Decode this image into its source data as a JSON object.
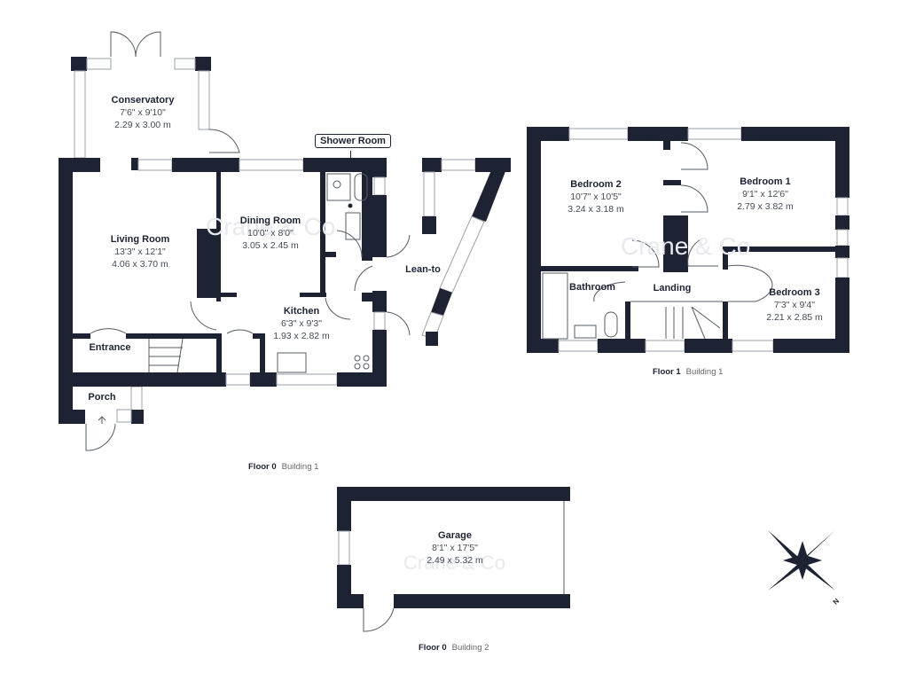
{
  "colors": {
    "wall": "#1d2333",
    "background": "#ffffff"
  },
  "watermark": "Crane & Co",
  "floor0_building1": {
    "caption_floor": "Floor 0",
    "caption_building": "Building 1",
    "shower_room_tag": "Shower Room",
    "rooms": [
      {
        "name": "Conservatory",
        "imperial": "7'6\" x 9'10\"",
        "metric": "2.29 x 3.00 m"
      },
      {
        "name": "Living Room",
        "imperial": "13'3\" x 12'1\"",
        "metric": "4.06 x 3.70 m"
      },
      {
        "name": "Dining Room",
        "imperial": "10'0\" x 8'0\"",
        "metric": "3.05 x 2.45 m"
      },
      {
        "name": "Kitchen",
        "imperial": "6'3\" x 9'3\"",
        "metric": "1.93 x 2.82 m"
      },
      {
        "name": "Entrance"
      },
      {
        "name": "Porch"
      },
      {
        "name": "Lean-to"
      }
    ]
  },
  "floor1_building1": {
    "caption_floor": "Floor 1",
    "caption_building": "Building 1",
    "rooms": [
      {
        "name": "Bedroom 2",
        "imperial": "10'7\" x 10'5\"",
        "metric": "3.24 x 3.18 m"
      },
      {
        "name": "Bedroom 1",
        "imperial": "9'1\" x 12'6\"",
        "metric": "2.79 x 3.82 m"
      },
      {
        "name": "Bedroom 3",
        "imperial": "7'3\" x 9'4\"",
        "metric": "2.21 x 2.85 m"
      },
      {
        "name": "Bathroom"
      },
      {
        "name": "Landing"
      }
    ]
  },
  "floor0_building2": {
    "caption_floor": "Floor 0",
    "caption_building": "Building 2",
    "rooms": [
      {
        "name": "Garage",
        "imperial": "8'1\" x 17'5\"",
        "metric": "2.49 x 5.32 m"
      }
    ]
  },
  "compass": {
    "north_label": "N"
  }
}
